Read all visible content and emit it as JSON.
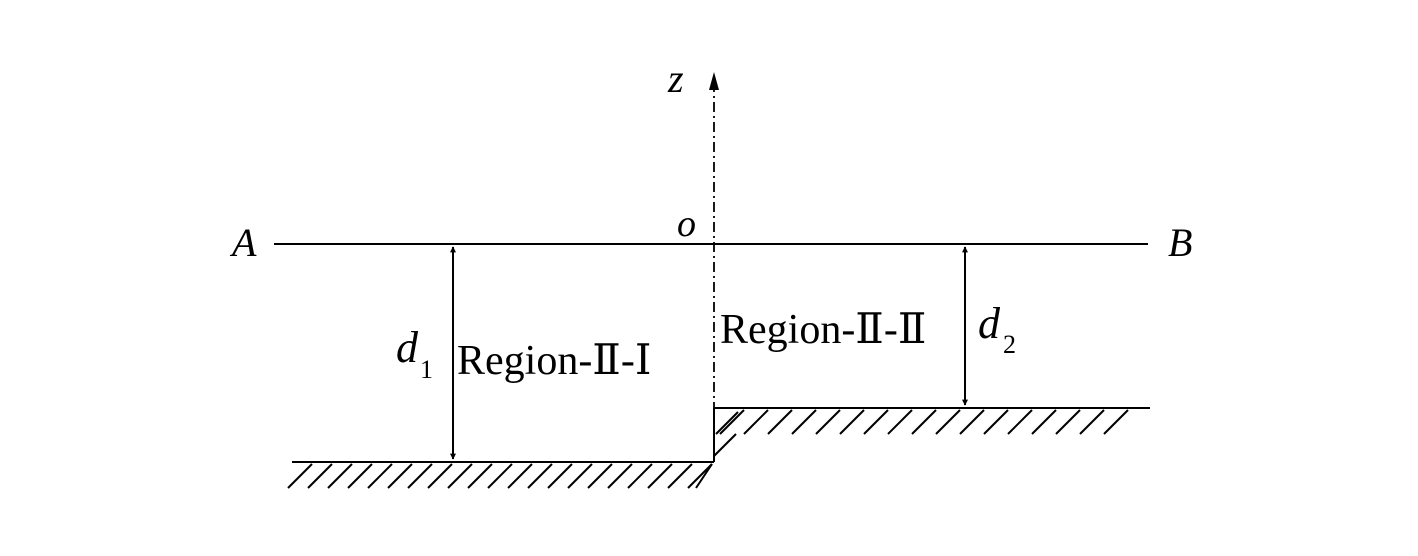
{
  "labels": {
    "axis_z": "z",
    "origin": "o",
    "point_a": "A",
    "point_b": "B",
    "depth_1": "d",
    "depth_1_sub": "1",
    "depth_2": "d",
    "depth_2_sub": "2",
    "region_1": "Region-Ⅱ-Ⅰ",
    "region_2": "Region-Ⅱ-Ⅱ"
  },
  "colors": {
    "stroke": "#000000",
    "background": "#ffffff"
  }
}
